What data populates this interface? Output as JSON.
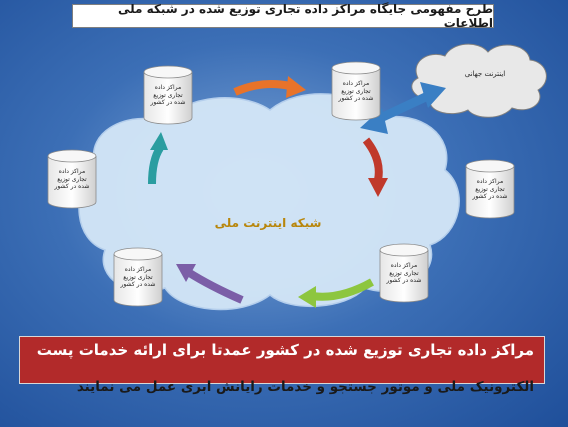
{
  "title": "طرح مفهومی جایگاه مراکز داده تجاری توزیع شده در شبکه ملی اطلاعات",
  "cloud_label": "شبکه اینترنت ملی",
  "internet_label": "اینترنت جهانی",
  "datacenter_lines": [
    "مراکز داده",
    "تجاری توزیع",
    "شده در کشور"
  ],
  "banner_line1": "مراکز داده تجاری توزیع شده در کشور عمدتا برای ارائه خدمات پست",
  "banner_line2": "الکترونیک ملی و موتور جستجو و خدمات رایانش ابری عمل می نمایند",
  "colors": {
    "cloud": "#cfe3f5",
    "banner": "#b22a2a",
    "arrow_orange": "#e8732a",
    "arrow_red": "#c0392b",
    "arrow_green": "#8dc63f",
    "arrow_purple": "#7b5ea7",
    "arrow_teal": "#2a9da0",
    "arrow_double": "#3a7fc4"
  }
}
